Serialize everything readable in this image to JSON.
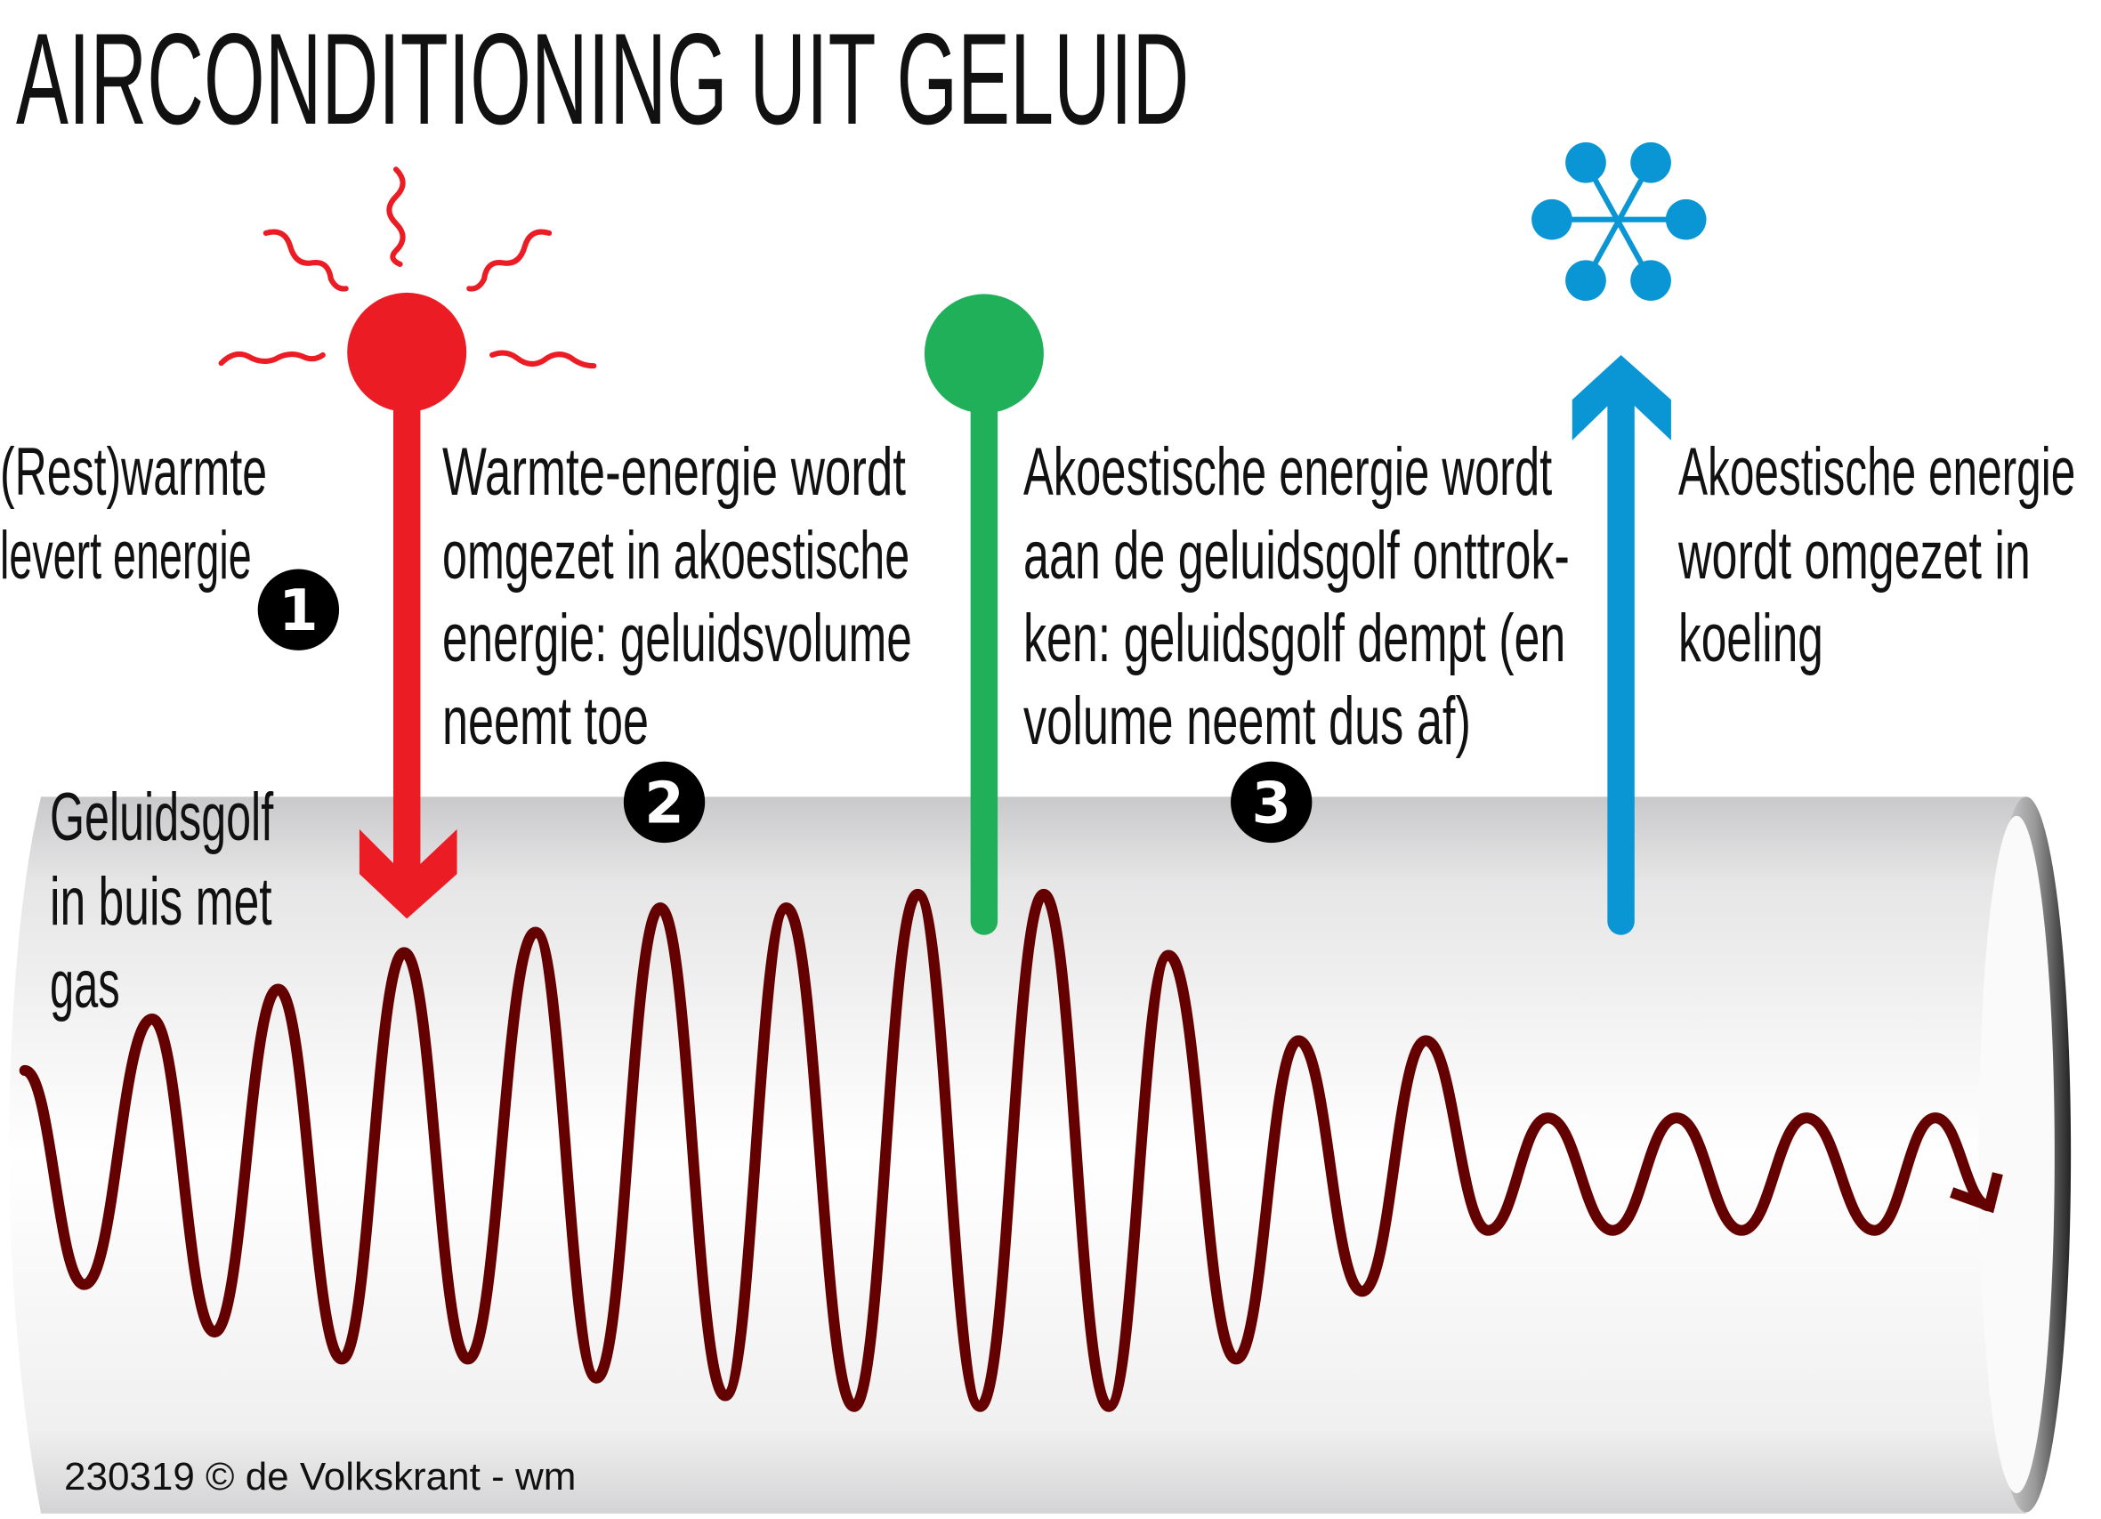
{
  "title": "AIRCONDITIONING UIT GELUID",
  "colors": {
    "heat": "#ec1c24",
    "acoustic": "#21b05a",
    "cool": "#0a96d4",
    "wave": "#650000",
    "tube": "#dcdcdd"
  },
  "icons": {
    "heat": "sun-heat-icon",
    "cool": "snowflake-icon"
  },
  "steps": [
    {
      "number": "1",
      "lines": [
        "(Rest)warmte",
        "levert energie"
      ]
    },
    {
      "number": "2",
      "lines": [
        "Warmte-energie wordt",
        "omgezet in akoestische",
        "energie: geluidsvolume",
        "neemt toe"
      ]
    },
    {
      "number": "3",
      "lines": [
        "Akoestische energie wordt",
        "aan de geluidsgolf onttrok-",
        "ken: geluidsgolf dempt (en",
        "volume neemt dus af)"
      ]
    },
    {
      "lines": [
        "Akoestische energie",
        "wordt omgezet in",
        "koeling"
      ]
    }
  ],
  "tube_label": [
    "Geluidsgolf",
    "in buis met",
    "gas"
  ],
  "credit": "230319 © de Volkskrant - wm"
}
